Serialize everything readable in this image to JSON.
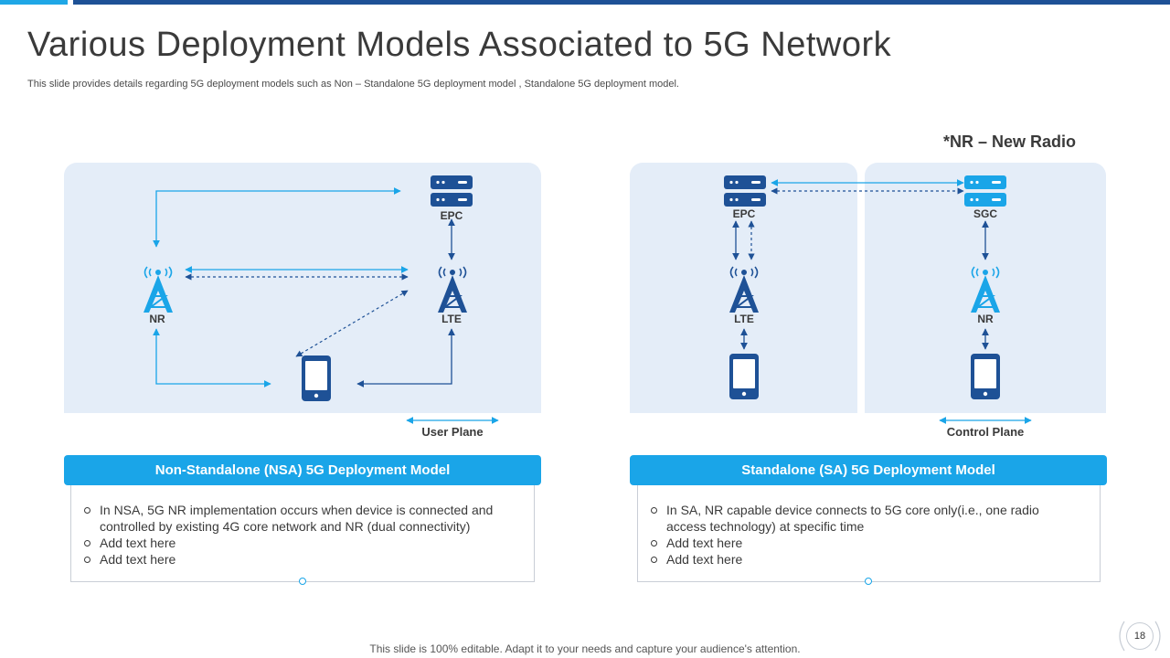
{
  "slide": {
    "title": "Various Deployment Models Associated to 5G Network",
    "subtitle": "This slide provides details regarding 5G deployment models such as Non – Standalone 5G deployment model , Standalone 5G deployment model.",
    "nr_note": "*NR – New Radio",
    "footer": "This slide is 100% editable. Adapt it to your needs and capture your audience's attention.",
    "page_number": "18"
  },
  "colors": {
    "accent_light": "#1aa5e8",
    "accent_dark": "#1e5196",
    "panel_bg": "#e4edf8"
  },
  "nsa": {
    "labels": {
      "epc": "EPC",
      "nr": "NR",
      "lte": "LTE"
    },
    "plane_label": "User Plane",
    "header": "Non-Standalone (NSA) 5G Deployment Model",
    "bullets": [
      "In NSA, 5G NR implementation occurs when device is connected and controlled by existing 4G core network and NR (dual connectivity)",
      "Add text here",
      "Add text here"
    ]
  },
  "sa": {
    "labels": {
      "epc": "EPC",
      "sgc": "SGC",
      "lte": "LTE",
      "nr": "NR"
    },
    "plane_label": "Control Plane",
    "header": "Standalone (SA) 5G Deployment Model",
    "bullets": [
      "In SA, NR capable device connects to 5G core only(i.e., one radio access technology) at specific time",
      "Add text here",
      "Add text here"
    ]
  },
  "icons": [
    "server-icon",
    "cell-tower-icon",
    "smartphone-icon",
    "signal-icon"
  ]
}
